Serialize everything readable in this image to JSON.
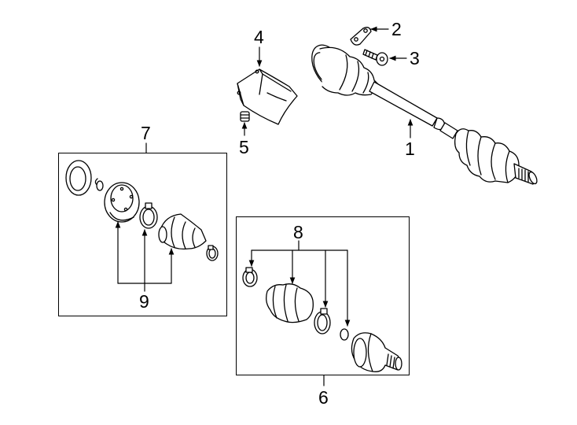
{
  "callouts": {
    "c1": "1",
    "c2": "2",
    "c3": "3",
    "c4": "4",
    "c5": "5",
    "c6": "6",
    "c7": "7",
    "c8": "8",
    "c9": "9"
  },
  "colors": {
    "line": "#000000",
    "fill": "#ffffff",
    "shade": "#e6e6e6",
    "background": "#ffffff"
  }
}
